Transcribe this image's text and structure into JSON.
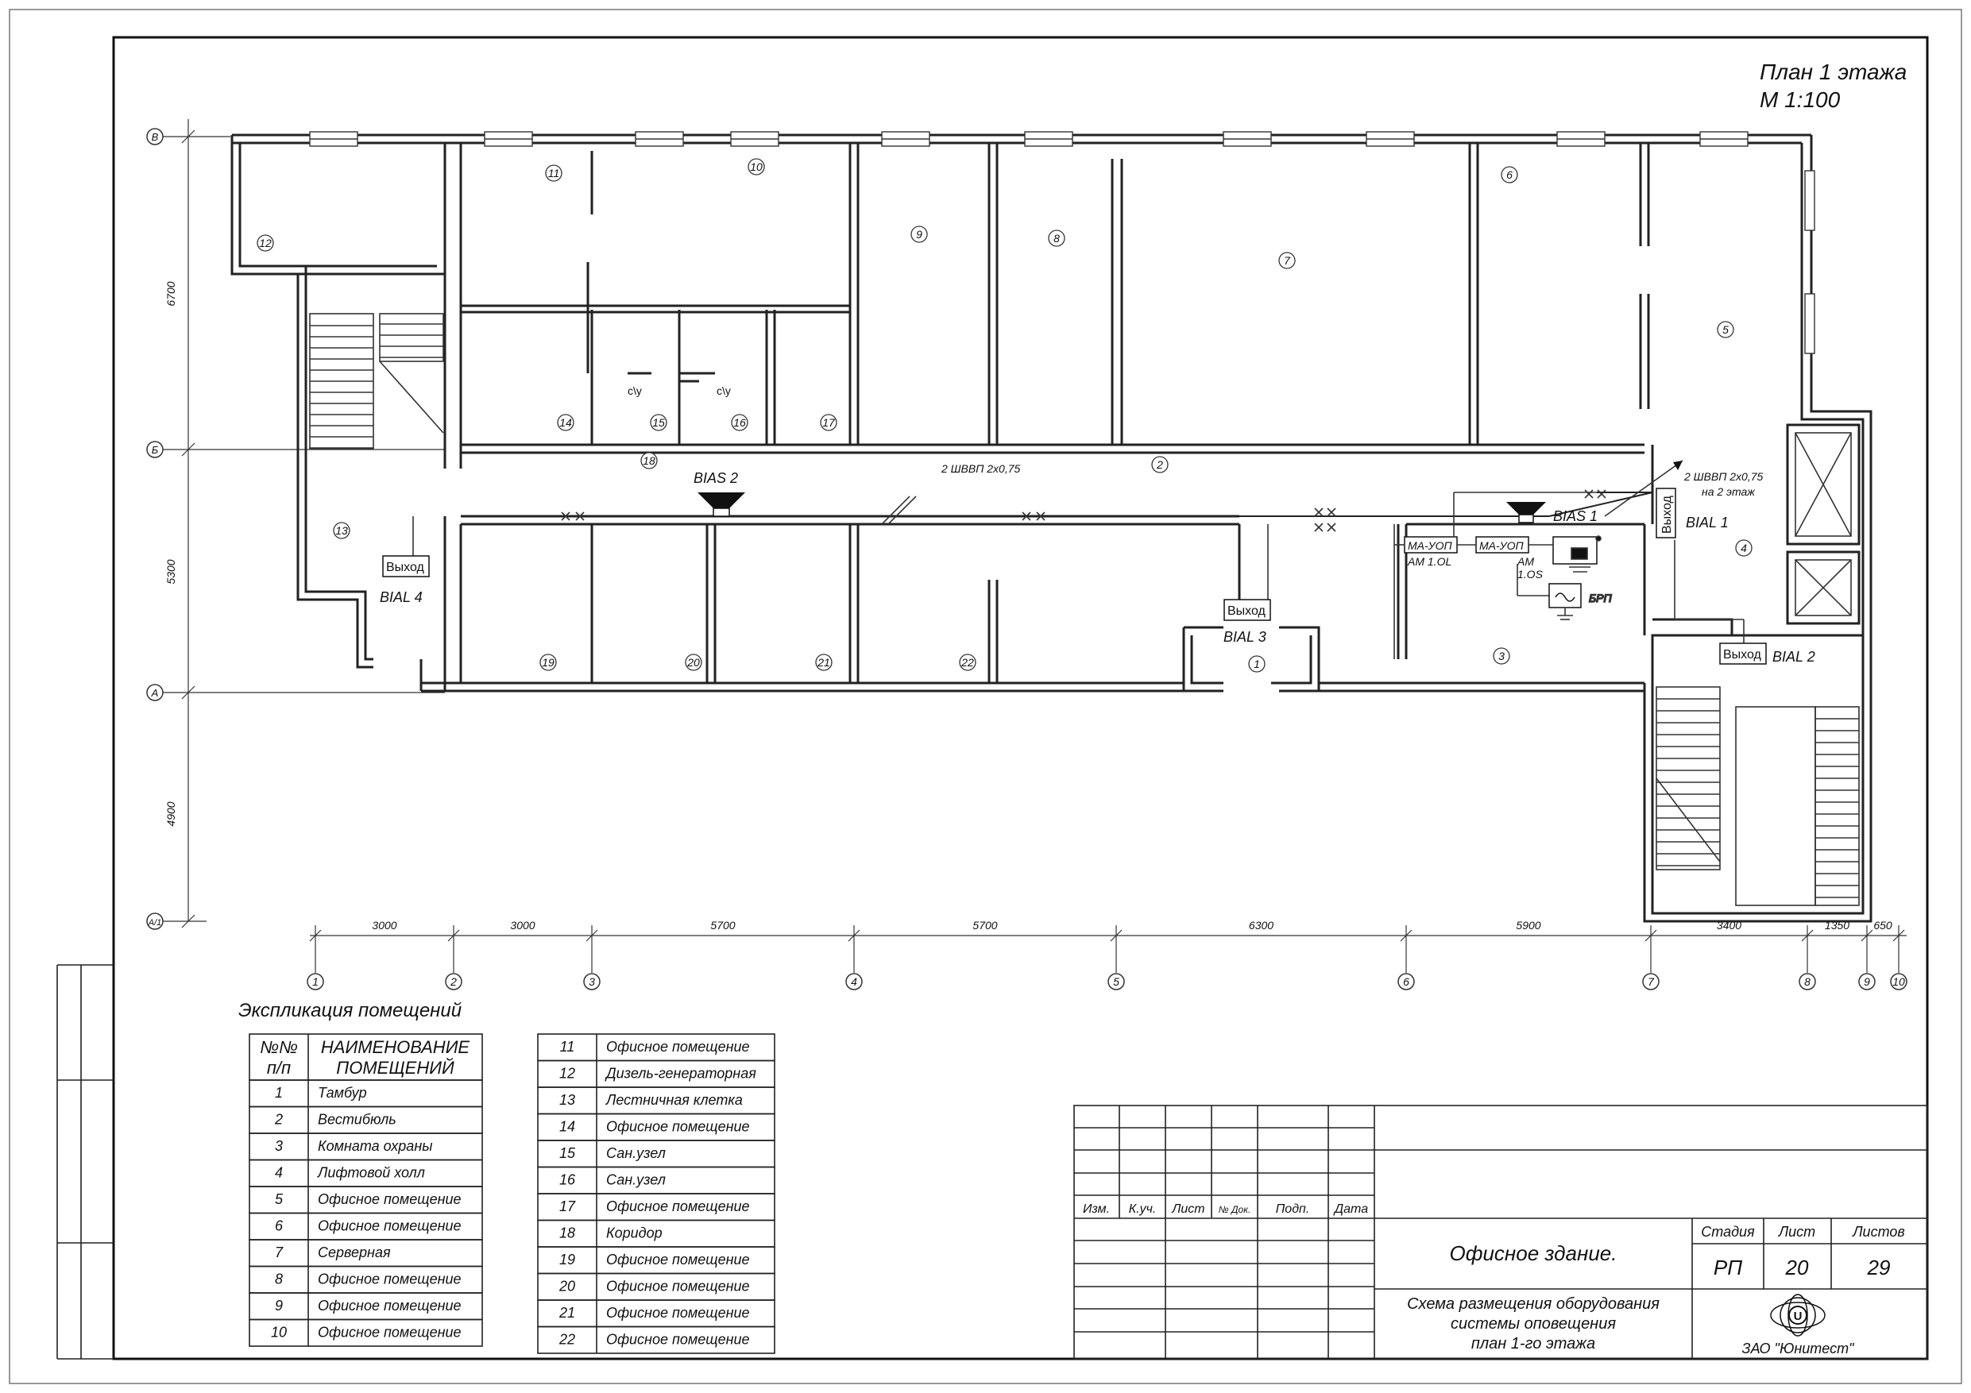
{
  "sheet": {
    "title": "План 1 этажа",
    "scale": "М 1:100"
  },
  "axes": {
    "rows": [
      "В",
      "Б",
      "А",
      "А/1"
    ],
    "row_dims": [
      "6700",
      "5300",
      "4900"
    ],
    "cols": [
      "1",
      "2",
      "3",
      "4",
      "5",
      "6",
      "7",
      "8",
      "9",
      "10"
    ],
    "col_dims": [
      "3000",
      "3000",
      "5700",
      "5700",
      "6300",
      "5900",
      "3400",
      "1350",
      "650"
    ]
  },
  "rooms": [
    "1",
    "2",
    "3",
    "4",
    "5",
    "6",
    "7",
    "8",
    "9",
    "10",
    "11",
    "12",
    "13",
    "14",
    "15",
    "16",
    "17",
    "18",
    "19",
    "20",
    "21",
    "22"
  ],
  "wc_labels": [
    "с\\у",
    "с\\у"
  ],
  "devices": {
    "bias1": "BIAS 1",
    "bias2": "BIAS 2",
    "bial1": "BIAL 1",
    "bial2": "BIAL 2",
    "bial3": "BIAL 3",
    "bial4": "BIAL 4",
    "exit": "Выход",
    "ma_uop": "МА-УОП",
    "am_1ol": "AM 1.OL",
    "am": "AM",
    "am_1os": "1.OS",
    "brp": "БРП",
    "cable1": "2 ШВВП 2х0,75",
    "cable2": "2 ШВВП 2х0,75",
    "cable2_note": "на 2 этаж"
  },
  "explication": {
    "title": "Экспликация помещений",
    "col_num": [
      "№№",
      "п/п"
    ],
    "col_name": [
      "НАИМЕНОВАНИЕ",
      "ПОМЕЩЕНИЙ"
    ],
    "rows_left": [
      {
        "n": "1",
        "name": "Тамбур"
      },
      {
        "n": "2",
        "name": "Вестибюль"
      },
      {
        "n": "3",
        "name": "Комната охраны"
      },
      {
        "n": "4",
        "name": "Лифтовой холл"
      },
      {
        "n": "5",
        "name": "Офисное помещение"
      },
      {
        "n": "6",
        "name": "Офисное помещение"
      },
      {
        "n": "7",
        "name": "Серверная"
      },
      {
        "n": "8",
        "name": "Офисное помещение"
      },
      {
        "n": "9",
        "name": "Офисное помещение"
      },
      {
        "n": "10",
        "name": "Офисное помещение"
      }
    ],
    "rows_right": [
      {
        "n": "11",
        "name": "Офисное помещение"
      },
      {
        "n": "12",
        "name": "Дизель-генераторная"
      },
      {
        "n": "13",
        "name": "Лестничная клетка"
      },
      {
        "n": "14",
        "name": "Офисное помещение"
      },
      {
        "n": "15",
        "name": "Сан.узел"
      },
      {
        "n": "16",
        "name": "Сан.узел"
      },
      {
        "n": "17",
        "name": "Офисное помещение"
      },
      {
        "n": "18",
        "name": "Коридор"
      },
      {
        "n": "19",
        "name": "Офисное помещение"
      },
      {
        "n": "20",
        "name": "Офисное помещение"
      },
      {
        "n": "21",
        "name": "Офисное помещение"
      },
      {
        "n": "22",
        "name": "Офисное помещение"
      }
    ]
  },
  "stamp": {
    "headers": [
      "Изм.",
      "К.уч.",
      "Лист",
      "№ Док.",
      "Подп.",
      "Дата"
    ],
    "object": "Офисное здание.",
    "drawing": [
      "Схема размещения оборудования",
      "системы оповещения",
      "план 1-го  этажа"
    ],
    "stage_label": "Стадия",
    "sheet_label": "Лист",
    "sheets_label": "Листов",
    "stage": "РП",
    "sheet": "20",
    "sheets": "29",
    "company": "ЗАО \"Юнитест\"",
    "logo_letter": "U"
  }
}
